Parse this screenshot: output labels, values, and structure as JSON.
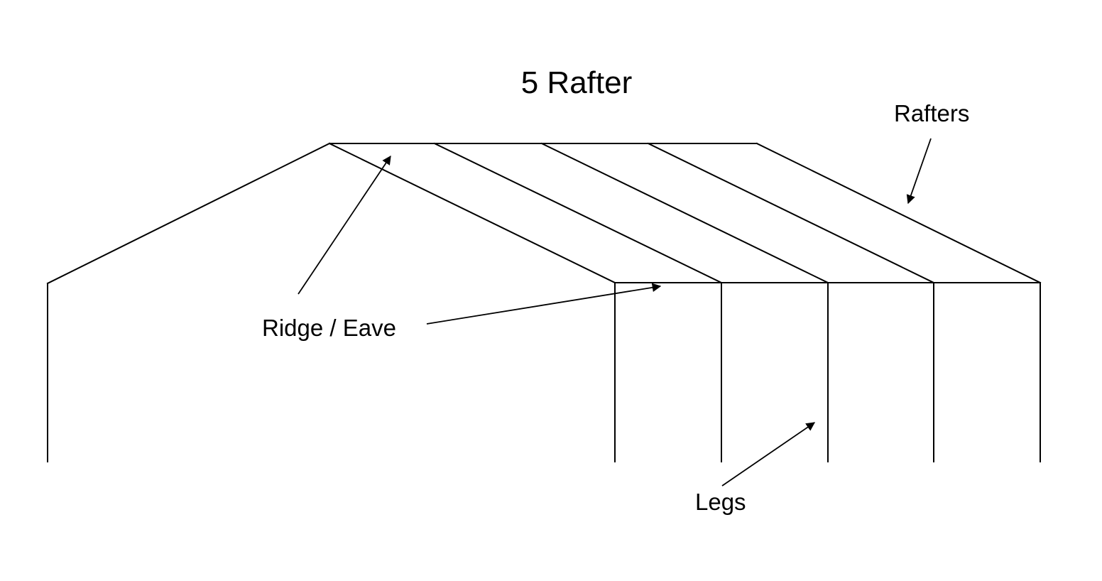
{
  "title": "5 Rafter",
  "labels": {
    "rafters": "Rafters",
    "ridge_eave": "Ridge / Eave",
    "legs": "Legs"
  },
  "structure": {
    "rafter_count": 5
  },
  "colors": {
    "background": "#ffffff",
    "line": "#000000",
    "text": "#000000"
  }
}
